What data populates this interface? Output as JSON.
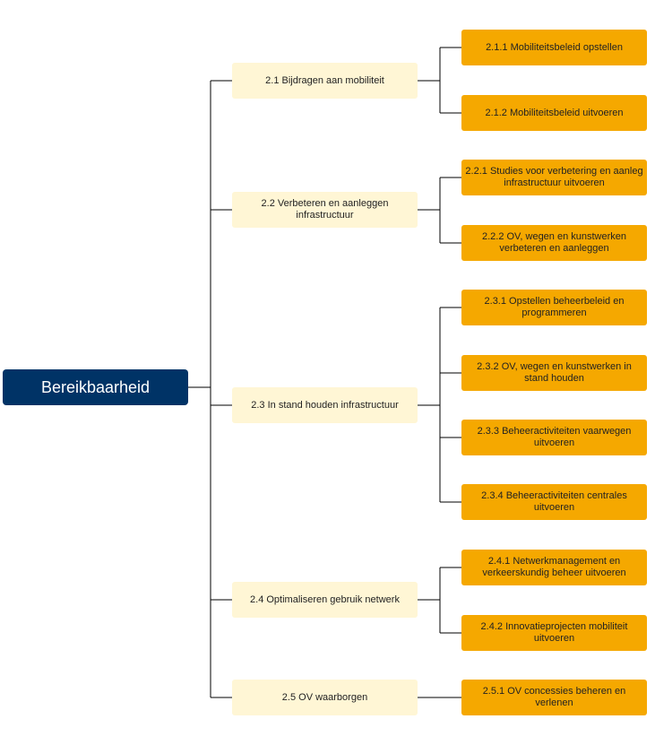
{
  "root": {
    "label": "Bereikbaarheid"
  },
  "nodes": [
    {
      "label": "2.1 Bijdragen aan mobiliteit",
      "children": [
        "2.1.1 Mobiliteitsbeleid opstellen",
        "2.1.2 Mobiliteitsbeleid uitvoeren"
      ]
    },
    {
      "label": "2.2 Verbeteren en aanleggen infrastructuur",
      "children": [
        "2.2.1 Studies voor verbetering en aanleg infrastructuur uitvoeren",
        "2.2.2 OV, wegen en kunstwerken verbeteren en aanleggen"
      ]
    },
    {
      "label": "2.3 In stand houden infrastructuur",
      "children": [
        "2.3.1 Opstellen beheerbeleid en programmeren",
        "2.3.2 OV, wegen en kunstwerken in stand houden",
        "2.3.3 Beheeractiviteiten vaarwegen uitvoeren",
        "2.3.4 Beheeractiviteiten centrales uitvoeren"
      ]
    },
    {
      "label": "2.4 Optimaliseren gebruik netwerk",
      "children": [
        "2.4.1 Netwerkmanagement en verkeerskundig beheer uitvoeren",
        "2.4.2 Innovatieprojecten mobiliteit uitvoeren"
      ]
    },
    {
      "label": "2.5 OV waarborgen",
      "children": [
        "2.5.1 OV concessies beheren en verlenen"
      ]
    }
  ],
  "colors": {
    "root_fill": "#003366",
    "level1_fill": "#fff6d5",
    "level2_fill": "#f5a800",
    "connector": "#000000"
  }
}
